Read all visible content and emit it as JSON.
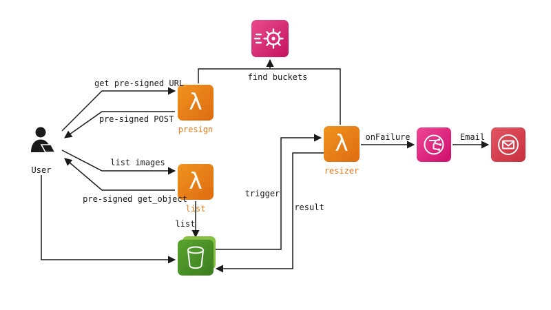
{
  "nodes": {
    "user": {
      "label": "User"
    },
    "presign_lambda": {
      "label": "presign",
      "glyph": "λ"
    },
    "list_lambda": {
      "label": "list",
      "glyph": "λ"
    },
    "resizer_lambda": {
      "label": "resizer",
      "glyph": "λ"
    },
    "config_service": {
      "icon": "gear-automation-icon"
    },
    "notification_service": {
      "icon": "notification-topic-icon"
    },
    "email_service": {
      "icon": "email-icon"
    },
    "storage_bucket": {
      "icon": "s3-bucket-icon"
    }
  },
  "edges": {
    "get_presigned_url": {
      "label": "get pre-signed URL"
    },
    "presigned_post": {
      "label": "pre-signed POST"
    },
    "find_buckets": {
      "label": "find buckets"
    },
    "list_images": {
      "label": "list images"
    },
    "presigned_get_object": {
      "label": "pre-signed get_object"
    },
    "list": {
      "label": "list"
    },
    "trigger": {
      "label": "trigger"
    },
    "result": {
      "label": "result"
    },
    "on_failure": {
      "label": "onFailure"
    },
    "email": {
      "label": "Email"
    }
  },
  "colors": {
    "lambda_orange": "#E8791E",
    "node_label_orange": "#E8791E",
    "magenta": "#D6246E",
    "pink": "#E7157B",
    "red": "#D63548",
    "bucket_green": "#3E8526",
    "bucket_green_light": "#86C043",
    "line": "#1A1A1A",
    "background": "#FFFFFF"
  }
}
